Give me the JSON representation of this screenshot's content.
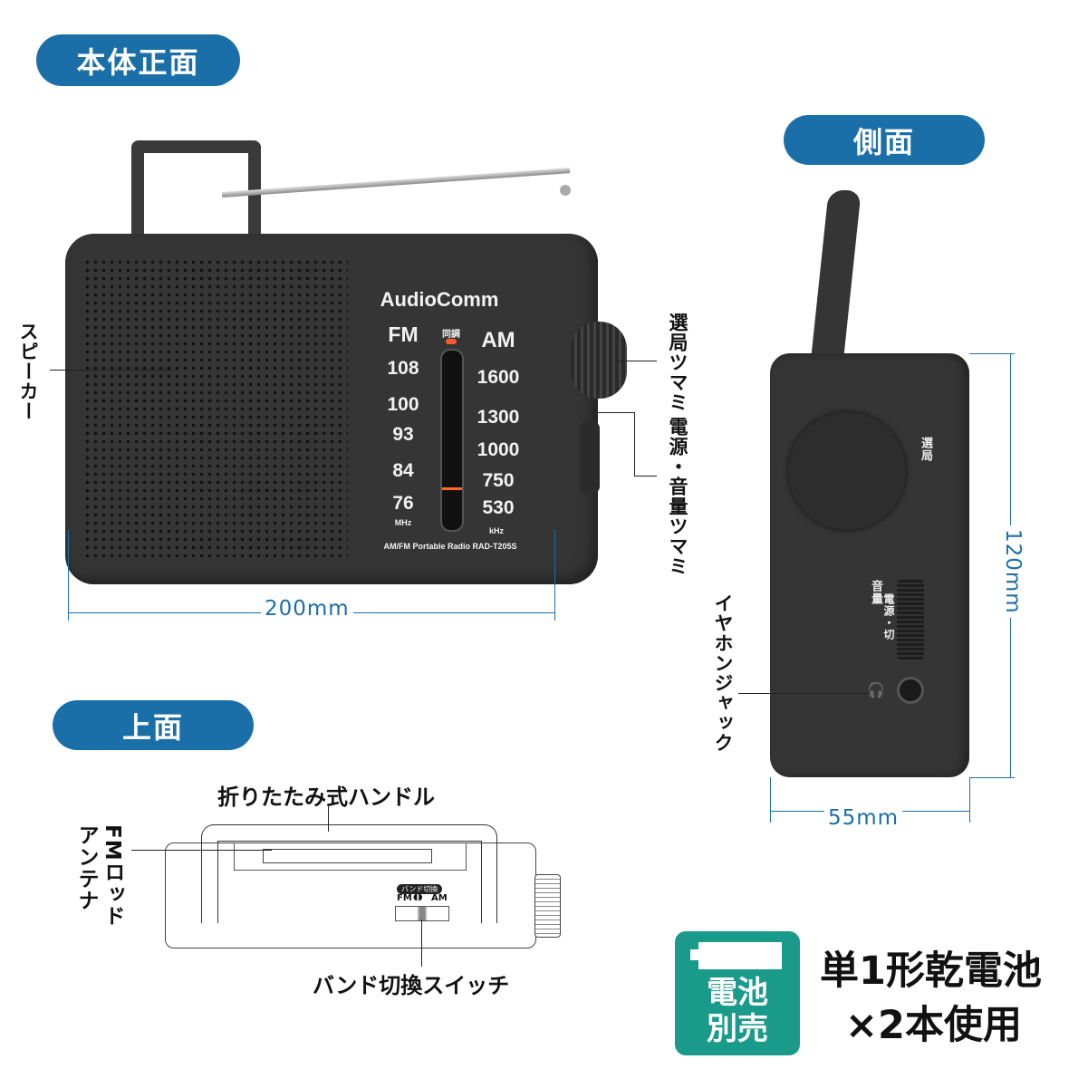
{
  "sections": {
    "front": "本体正面",
    "side": "側面",
    "top": "上面"
  },
  "front_panel": {
    "brand": "AudioComm",
    "fm_label": "FM",
    "tuning_label": "同調",
    "am_label": "AM",
    "fm_values": [
      "108",
      "100",
      "93",
      "84",
      "76"
    ],
    "fm_unit": "MHz",
    "am_values": [
      "1600",
      "1300",
      "1000",
      "750",
      "530"
    ],
    "am_unit": "kHz",
    "model": "AM/FM Portable Radio RAD-T205S"
  },
  "callouts": {
    "speaker": "スピーカー",
    "tuning_knob": "選局ツマミ",
    "power_volume_knob": "電源・音量ツマミ",
    "earphone_jack": "イヤホンジャック",
    "folding_handle": "折りたたみ式ハンドル",
    "fm_rod_antenna_line1": "FMロッド",
    "fm_rod_antenna_line2": "アンテナ",
    "band_switch": "バンド切換スイッチ"
  },
  "side_panel": {
    "tuning": "選局",
    "volume": "音量",
    "power_off": "電源・切"
  },
  "top_panel": {
    "band_switch_tag": "バンド切換",
    "fm": "FM",
    "am": "AM"
  },
  "dimensions": {
    "width": "200mm",
    "height": "120mm",
    "depth": "55mm"
  },
  "battery": {
    "badge_line1": "電池",
    "badge_line2": "別売",
    "info_line1": "単1形乾電池",
    "info_line2": "×2本使用",
    "badge_color": "#1a9a8a"
  },
  "colors": {
    "accent": "#1b6fa8",
    "body": "#333333"
  }
}
